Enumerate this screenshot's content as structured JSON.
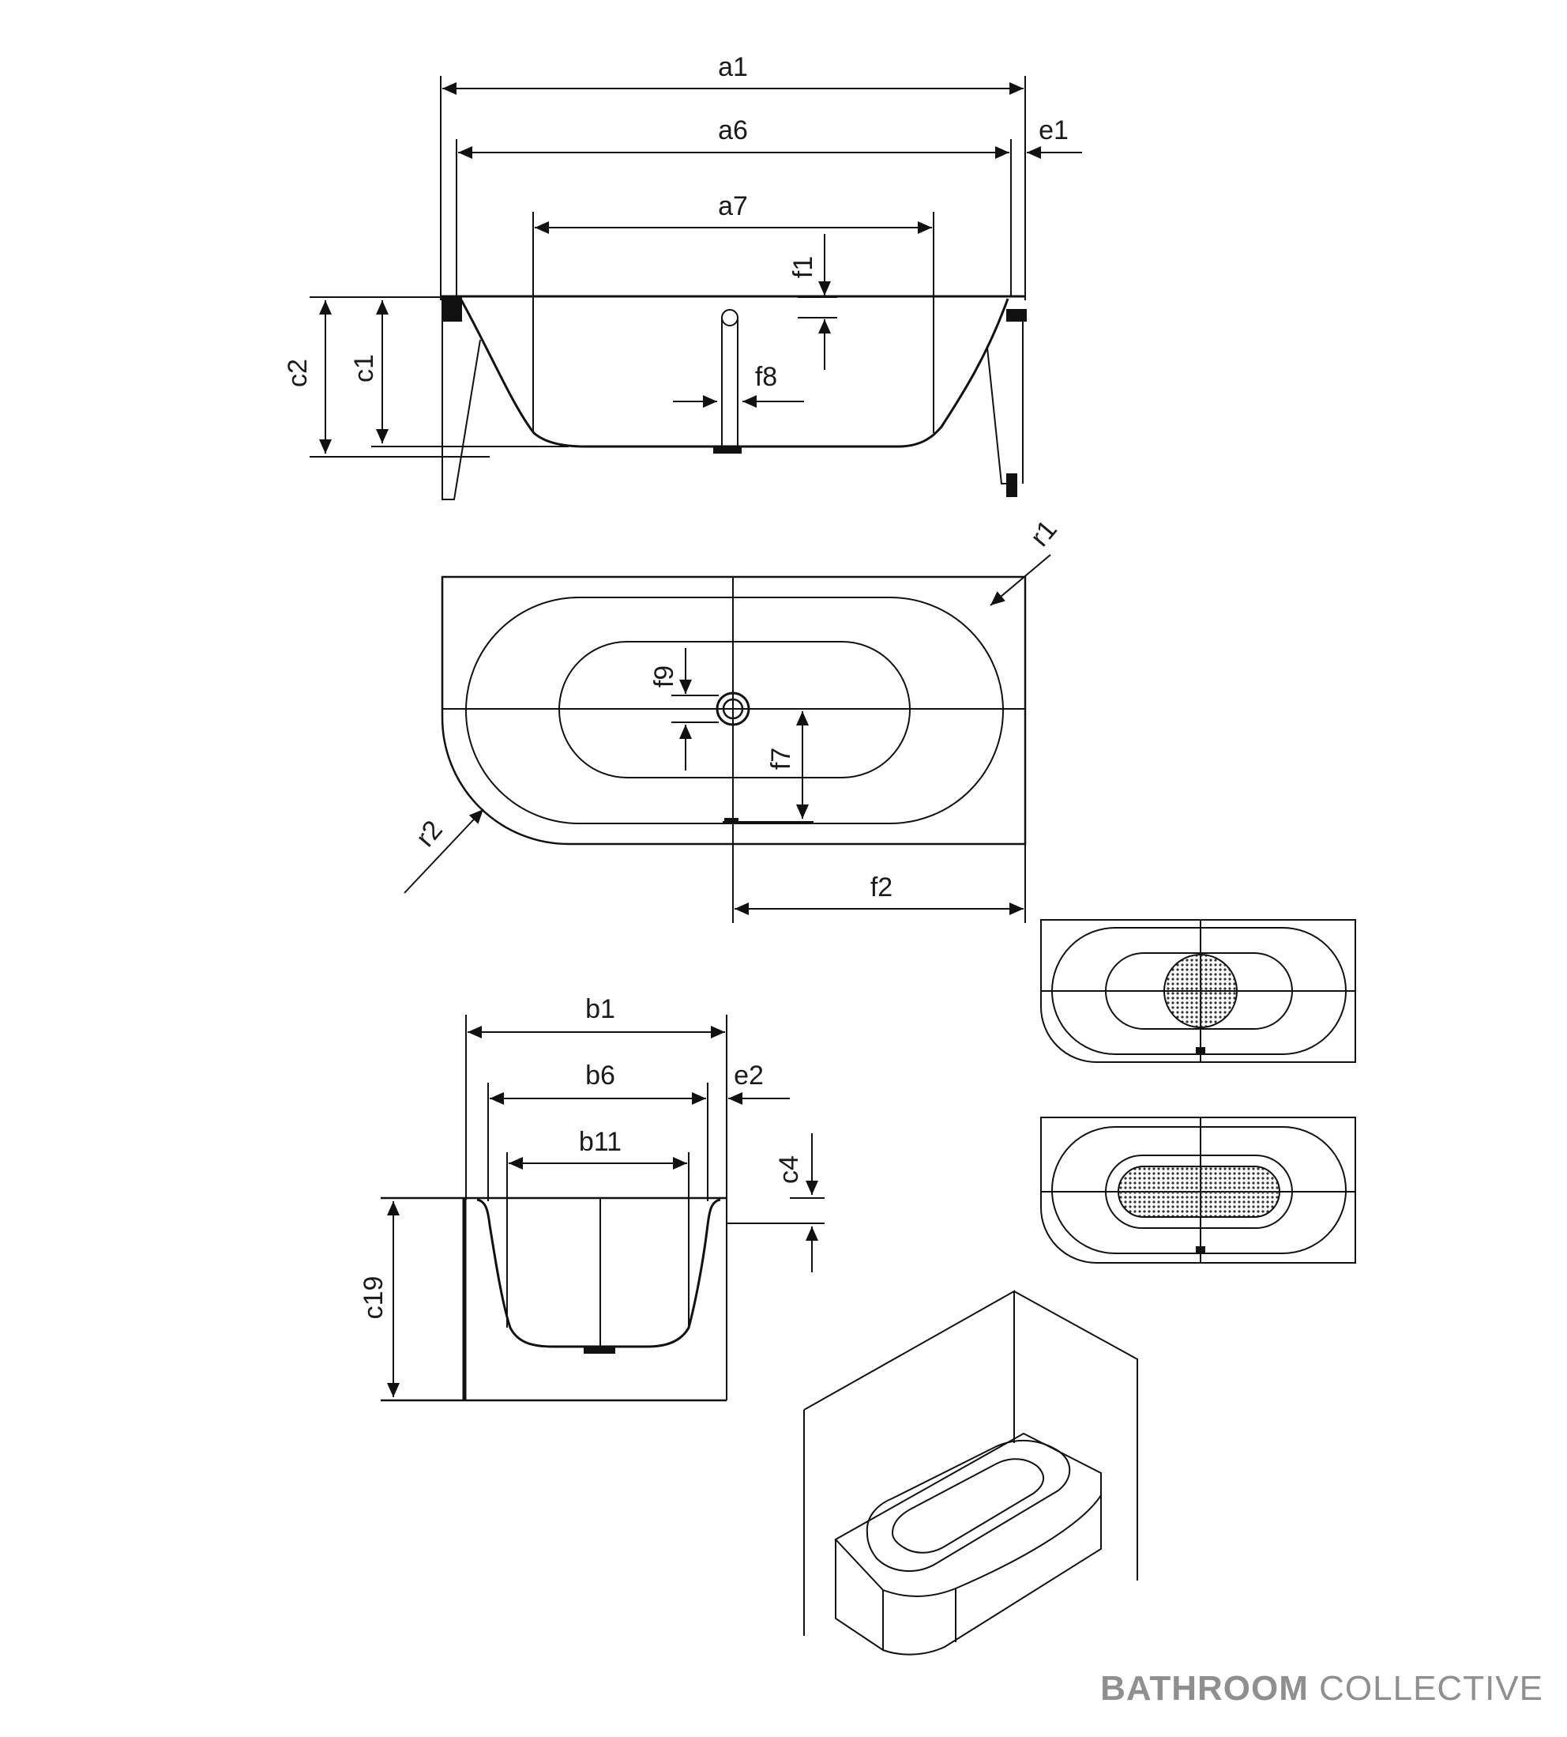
{
  "labels": {
    "a1": "a1",
    "a6": "a6",
    "a7": "a7",
    "e1": "e1",
    "f1": "f1",
    "f8": "f8",
    "c1": "c1",
    "c2": "c2",
    "r1": "r1",
    "r2": "r2",
    "f9": "f9",
    "f7": "f7",
    "f2": "f2",
    "b1": "b1",
    "b6": "b6",
    "b11": "b11",
    "e2": "e2",
    "c4": "c4",
    "c19": "c19"
  },
  "brand": {
    "bold": "BATHROOM",
    "light": "COLLECTIVE"
  }
}
